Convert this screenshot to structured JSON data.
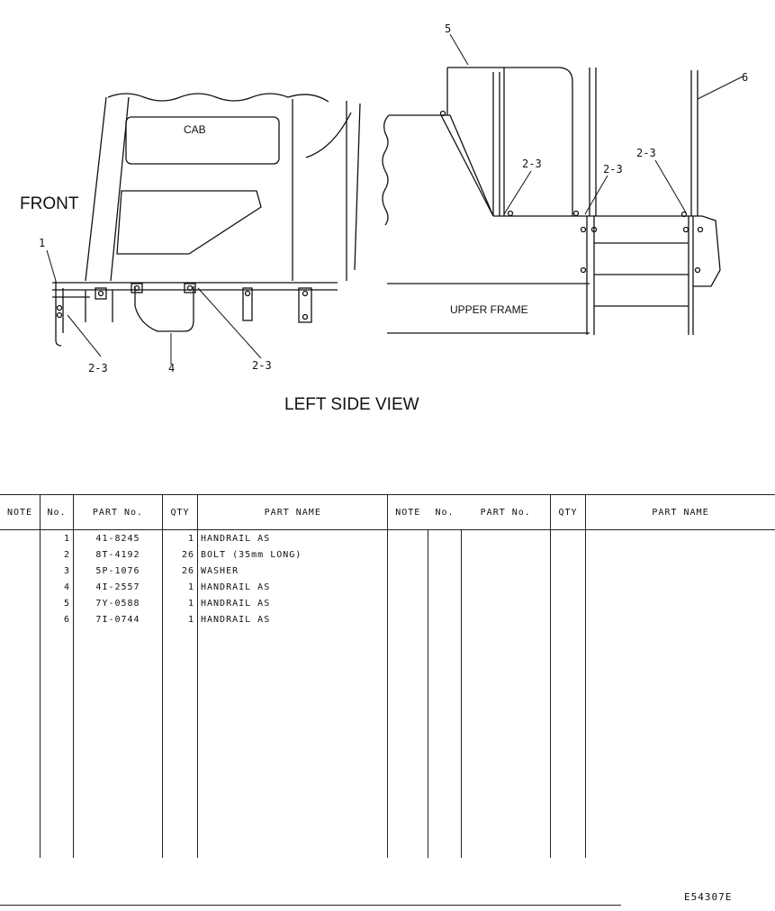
{
  "drawing": {
    "front_label": "FRONT",
    "cab_label": "CAB",
    "upper_frame_label": "UPPER FRAME",
    "view_title": "LEFT SIDE VIEW",
    "callouts": {
      "c1": "1",
      "c4": "4",
      "c5": "5",
      "c6": "6",
      "c23a": "2-3",
      "c23b": "2-3",
      "c23c": "2-3",
      "c23d": "2-3",
      "c23e": "2-3"
    }
  },
  "table": {
    "headers": {
      "note": "NOTE",
      "no": "No.",
      "part_no": "PART No.",
      "qty": "QTY",
      "part_name": "PART NAME"
    },
    "rows": [
      {
        "no": "1",
        "part_no": "41-8245",
        "qty": "1",
        "name": "HANDRAIL AS"
      },
      {
        "no": "2",
        "part_no": "8T-4192",
        "qty": "26",
        "name": "BOLT (35mm LONG)"
      },
      {
        "no": "3",
        "part_no": "5P-1076",
        "qty": "26",
        "name": "WASHER"
      },
      {
        "no": "4",
        "part_no": "4I-2557",
        "qty": "1",
        "name": "HANDRAIL AS"
      },
      {
        "no": "5",
        "part_no": "7Y-0588",
        "qty": "1",
        "name": "HANDRAIL AS"
      },
      {
        "no": "6",
        "part_no": "7I-0744",
        "qty": "1",
        "name": "HANDRAIL AS"
      }
    ]
  },
  "drawing_code": "E54307E"
}
